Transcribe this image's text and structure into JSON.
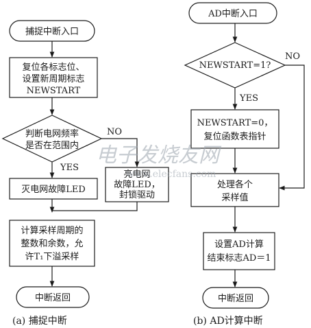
{
  "left_flow": {
    "start": "捕捉中断入口",
    "reset_box": [
      "复位各标志位、",
      "设置新周期标志",
      "NEWSTART"
    ],
    "decision": [
      "判断电网频率",
      "是否在范围内"
    ],
    "no_label": "NO",
    "yes_label": "YES",
    "off_led": "灭电网故障LED",
    "fault_box": [
      "亮电网",
      "故障LED，",
      "封锁驱动"
    ],
    "calc_box": [
      "计算采样周期的",
      "整数和余数，允",
      "许T₁下溢采样"
    ],
    "end": "中断返回",
    "caption": "(a)  捕捉中断"
  },
  "right_flow": {
    "start": "AD中断入口",
    "decision": "NEWSTART=1?",
    "no_label": "NO",
    "yes_label": "YES",
    "reset_box": [
      "NEWSTART=0，",
      "复位函数表指针"
    ],
    "process_box": [
      "处理各个",
      "采样值"
    ],
    "set_flag_box": [
      "设置AD计算",
      "结束标志AD＝1"
    ],
    "end": "中断返回",
    "caption": "(b)  AD计算中断"
  },
  "watermark": {
    "title": "电子发烧友网",
    "url": "www.elecfans.com"
  },
  "colors": {
    "line": "#1a1a1a",
    "watermark": "#9aa3ad"
  }
}
